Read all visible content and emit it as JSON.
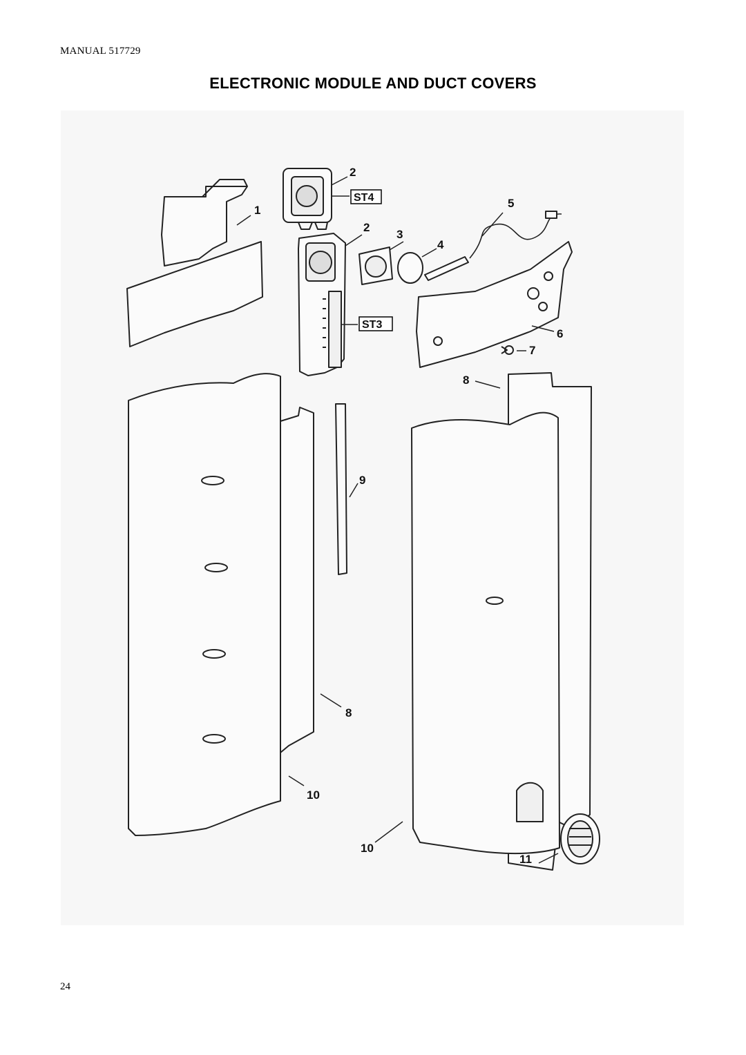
{
  "header": {
    "manual": "MANUAL 517729"
  },
  "title": "ELECTRONIC MODULE AND DUCT COVERS",
  "page_number": "24",
  "callouts": {
    "c1": "1",
    "c2a": "2",
    "st4": "ST4",
    "c2b": "2",
    "c3": "3",
    "c4": "4",
    "c5": "5",
    "st3": "ST3",
    "c6": "6",
    "c7": "7",
    "c8a": "8",
    "c9": "9",
    "c8b": "8",
    "c10a": "10",
    "c10b": "10",
    "c11": "11"
  }
}
